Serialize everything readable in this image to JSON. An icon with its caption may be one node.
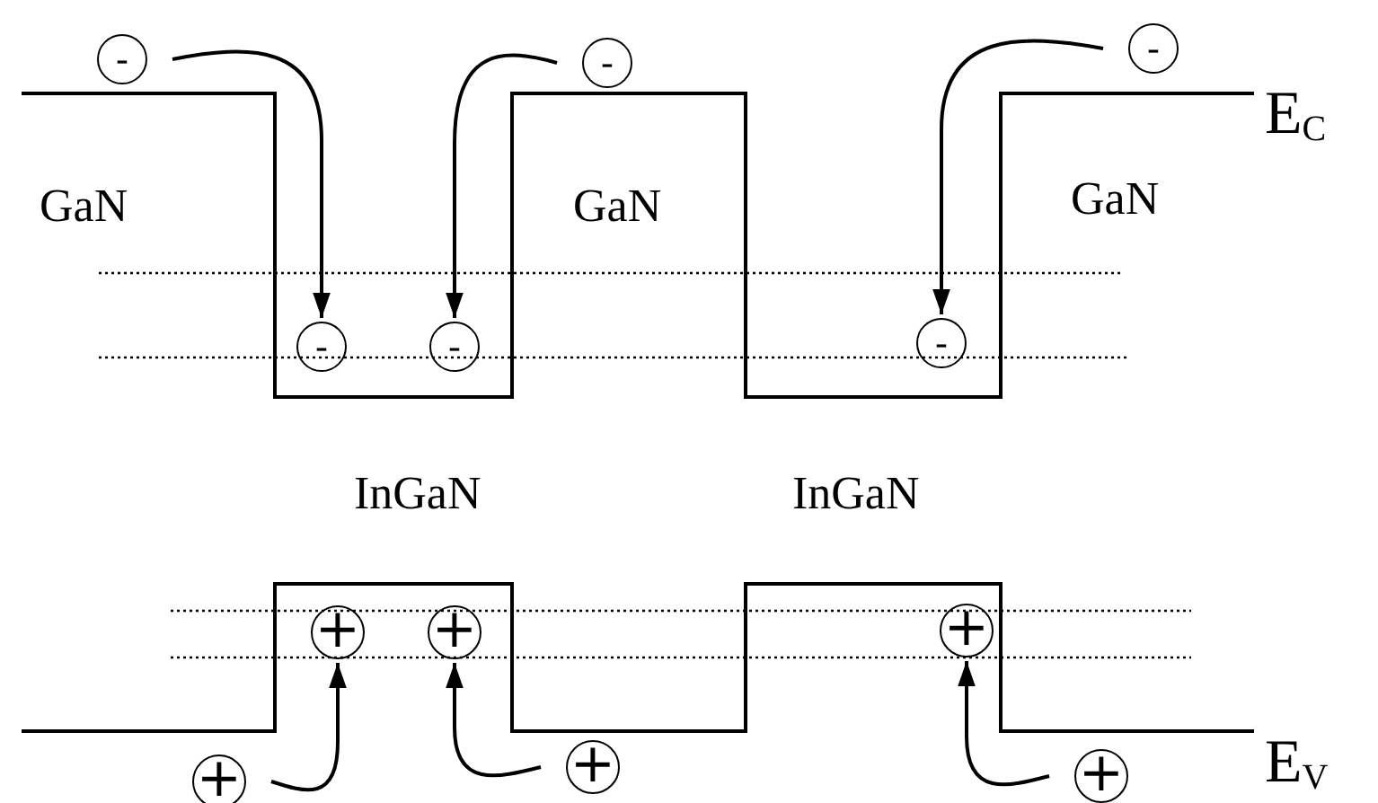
{
  "diagram": {
    "nodes": [
      {
        "text": [
          "-"
        ]
      },
      {
        "text": [
          "-"
        ]
      },
      {
        "text": [
          "-"
        ]
      },
      {
        "text": [
          "-"
        ]
      },
      {
        "text": [
          "-"
        ]
      },
      {
        "text": [
          "-"
        ]
      },
      {
        "text": [
          "+"
        ]
      },
      {
        "text": [
          "+"
        ]
      },
      {
        "text": [
          "+"
        ]
      },
      {
        "text": [
          "+"
        ]
      },
      {
        "text": [
          "+"
        ]
      },
      {
        "text": [
          "+"
        ]
      }
    ],
    "edges": [
      {
        "from": 0,
        "to": 3,
        "arrow": "to"
      },
      {
        "from": 1,
        "to": 4,
        "arrow": "to"
      },
      {
        "from": 2,
        "to": 5,
        "arrow": "to"
      },
      {
        "from": 9,
        "to": 6,
        "arrow": "to"
      },
      {
        "from": 10,
        "to": 7,
        "arrow": "to"
      },
      {
        "from": 11,
        "to": 8,
        "arrow": "to"
      }
    ],
    "labels": [
      "GaN",
      "GaN",
      "E$_{C}$",
      "GaN",
      "InGaN",
      "InGaN",
      "E$_{V}$"
    ]
  }
}
